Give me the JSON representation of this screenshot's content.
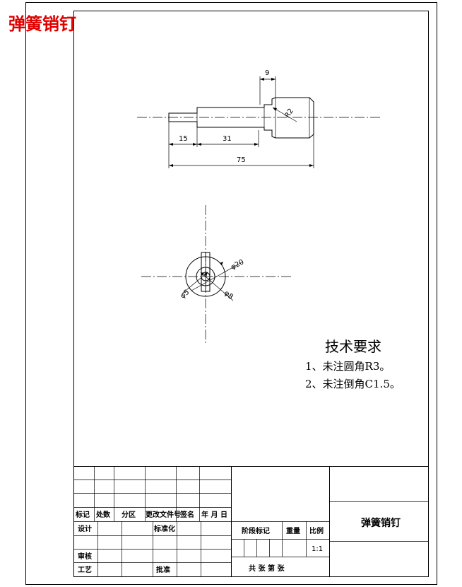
{
  "stamp_title": "弹簧销钉",
  "side_view": {
    "dims": {
      "d_head": "9",
      "d_radius": "R2",
      "d_small": "15",
      "d_mid": "31",
      "d_total": "75"
    }
  },
  "end_view": {
    "dims": {
      "d_outer": "φ20",
      "d_inner": "φ5",
      "d_hole": "φ8"
    }
  },
  "requirements": {
    "title": "技术要求",
    "items": [
      "1、未注圆角R3。",
      "2、未注倒角C1.5。"
    ]
  },
  "title_block": {
    "part_name": "弹簧销钉",
    "scale": "1:1",
    "labels": {
      "mark": "标记",
      "count": "处数",
      "zone": "分区",
      "doc_no": "更改文件号",
      "sign": "签名",
      "date": "年 月 日",
      "design": "设计",
      "standard": "标准化",
      "review": "审核",
      "process": "工艺",
      "approve": "批准",
      "stage_mark": "阶段标记",
      "weight": "重量",
      "scale_label": "比例",
      "sheets": "共    张    第    张"
    }
  }
}
